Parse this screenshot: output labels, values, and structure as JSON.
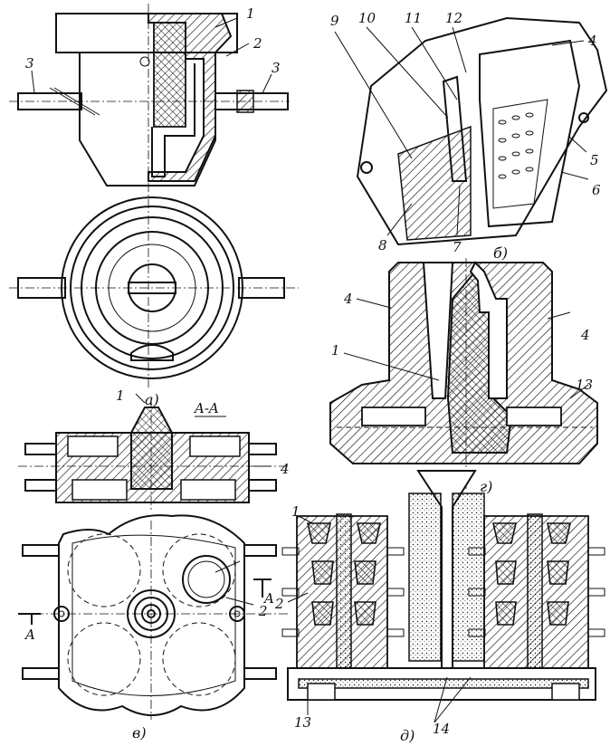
{
  "figure": {
    "section_label": "A-A",
    "section_marker": "A",
    "views": [
      {
        "id": "a",
        "caption": "а)"
      },
      {
        "id": "b",
        "caption": "б)"
      },
      {
        "id": "v",
        "caption": "в)"
      },
      {
        "id": "g",
        "caption": "г)"
      },
      {
        "id": "d",
        "caption": "д)"
      }
    ],
    "labels": {
      "a_1": "1",
      "a_2": "2",
      "a_3_left": "3",
      "a_3_right": "3",
      "b_4": "4",
      "b_5": "5",
      "b_6": "6",
      "b_7": "7",
      "b_8": "8",
      "b_9": "9",
      "b_10": "10",
      "b_11": "11",
      "b_12": "12",
      "g_4_left": "4",
      "g_4_right": "4",
      "g_1": "1",
      "g_13": "13",
      "v_1": "1",
      "v_2": "2",
      "v_4": "4",
      "d_1": "1",
      "d_2": "2",
      "d_13": "13",
      "d_14": "14"
    }
  },
  "colors": {
    "ink": "#111111",
    "paper": "#ffffff"
  }
}
